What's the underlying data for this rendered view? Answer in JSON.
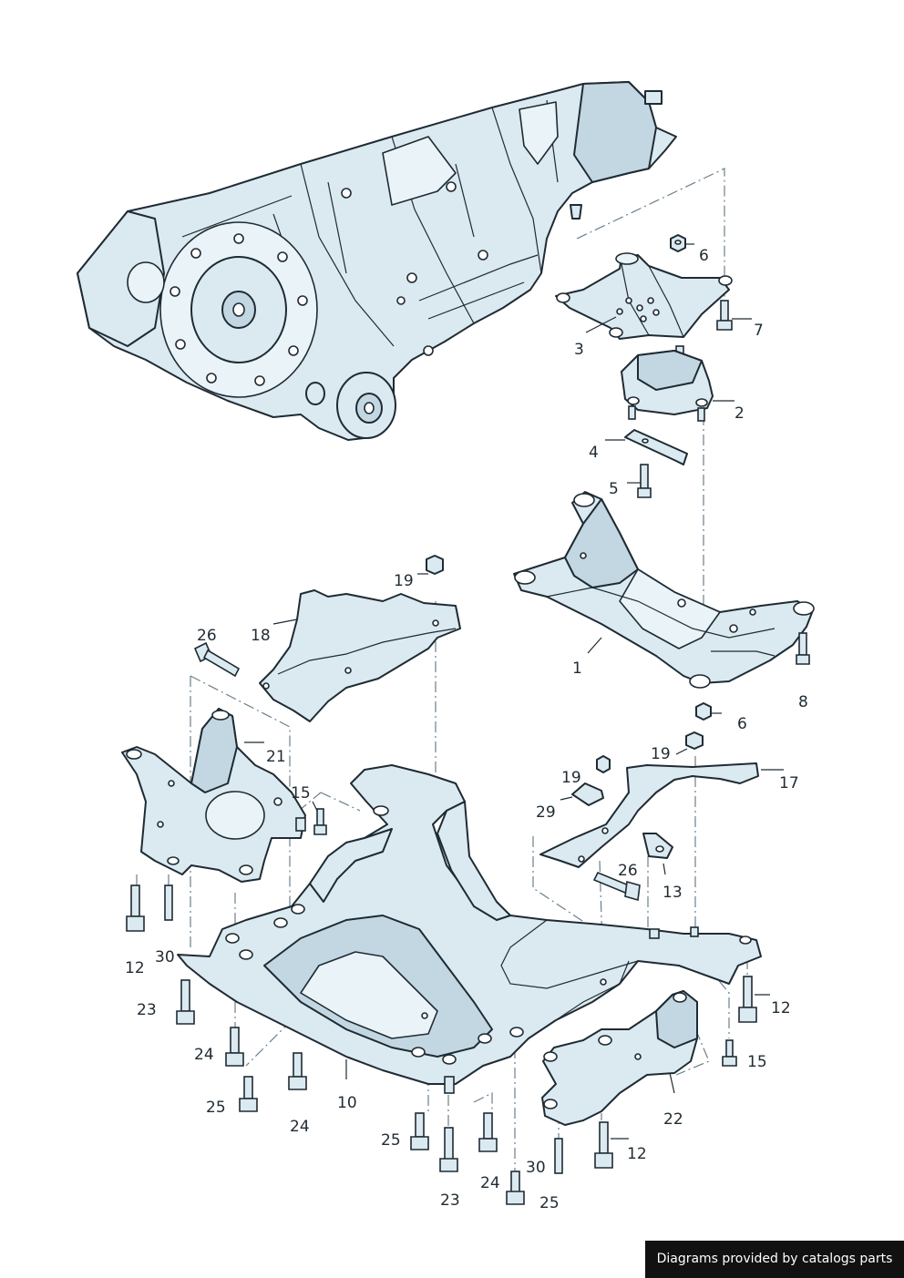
{
  "callouts": [
    {
      "id": "c6a",
      "label": "6"
    },
    {
      "id": "c7",
      "label": "7"
    },
    {
      "id": "c3",
      "label": "3"
    },
    {
      "id": "c2",
      "label": "2"
    },
    {
      "id": "c4",
      "label": "4"
    },
    {
      "id": "c5",
      "label": "5"
    },
    {
      "id": "c19a",
      "label": "19"
    },
    {
      "id": "c26a",
      "label": "26"
    },
    {
      "id": "c18",
      "label": "18"
    },
    {
      "id": "c1",
      "label": "1"
    },
    {
      "id": "c8",
      "label": "8"
    },
    {
      "id": "c6b",
      "label": "6"
    },
    {
      "id": "c21",
      "label": "21"
    },
    {
      "id": "c19b",
      "label": "19"
    },
    {
      "id": "c19c",
      "label": "19"
    },
    {
      "id": "c17",
      "label": "17"
    },
    {
      "id": "c15a",
      "label": "15"
    },
    {
      "id": "c29",
      "label": "29"
    },
    {
      "id": "c26b",
      "label": "26"
    },
    {
      "id": "c13",
      "label": "13"
    },
    {
      "id": "c12a",
      "label": "12"
    },
    {
      "id": "c30a",
      "label": "30"
    },
    {
      "id": "c23a",
      "label": "23"
    },
    {
      "id": "c12b",
      "label": "12"
    },
    {
      "id": "c24a",
      "label": "24"
    },
    {
      "id": "c15b",
      "label": "15"
    },
    {
      "id": "c25a",
      "label": "25"
    },
    {
      "id": "c10",
      "label": "10"
    },
    {
      "id": "c24b",
      "label": "24"
    },
    {
      "id": "c22",
      "label": "22"
    },
    {
      "id": "c25b",
      "label": "25"
    },
    {
      "id": "c12c",
      "label": "12"
    },
    {
      "id": "c30b",
      "label": "30"
    },
    {
      "id": "c24c",
      "label": "24"
    },
    {
      "id": "c23b",
      "label": "23"
    },
    {
      "id": "c25c",
      "label": "25"
    }
  ],
  "footer": {
    "text": "Diagrams provided by catalogs parts"
  },
  "colors": {
    "part_fill": "#dbe9f1",
    "outline": "#1f2b33",
    "banner_bg": "#111111",
    "banner_text": "#ffffff"
  }
}
